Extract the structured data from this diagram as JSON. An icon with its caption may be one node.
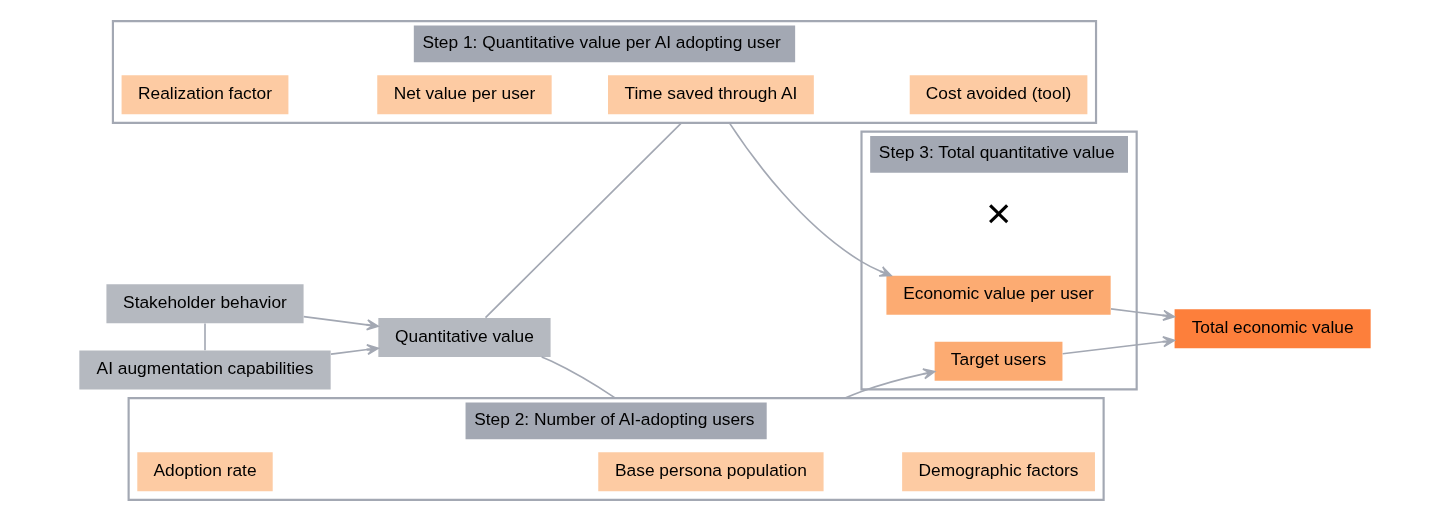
{
  "diagram": {
    "nodes": [
      {
        "text": [
          "AI augmentation capabilities"
        ]
      },
      {
        "text": [
          "Stakeholder behavior"
        ]
      },
      {
        "text": [
          "Quantitative value"
        ]
      },
      {
        "text": [
          "Step 1: Quantitative value per AI adopting user"
        ]
      },
      {
        "text": [
          "Time saved through AI"
        ],
        "in": 3
      },
      {
        "text": [
          "Cost avoided (tool)"
        ],
        "in": 3
      },
      {
        "text": [
          "Realization factor"
        ],
        "in": 3
      },
      {
        "text": [
          "Net value per user"
        ],
        "in": 3
      },
      {
        "text": [
          "Step 2: Number of AI-adopting users"
        ]
      },
      {
        "text": [
          "Base persona population"
        ],
        "in": 8
      },
      {
        "text": [
          "Demographic factors"
        ],
        "in": 8
      },
      {
        "text": [
          "Adoption rate"
        ],
        "in": 8
      },
      {
        "text": [
          "Step 3: Total quantitative value"
        ]
      },
      {
        "text": [
          "Economic value per user"
        ],
        "in": 12
      },
      {
        "text": [
          "Target users"
        ],
        "in": 12
      },
      {
        "text": [
          "Total economic value"
        ]
      }
    ],
    "edges": [
      {
        "from": 0,
        "to": 1,
        "arrow": "none"
      },
      {
        "from": 0,
        "to": 2,
        "arrow": "to"
      },
      {
        "from": 1,
        "to": 2,
        "arrow": "to"
      },
      {
        "from": 2,
        "to": 3,
        "arrow": "none"
      },
      {
        "from": 2,
        "to": 8,
        "arrow": "none"
      },
      {
        "from": 3,
        "to": 13,
        "arrow": "to"
      },
      {
        "from": 8,
        "to": 14,
        "arrow": "to"
      },
      {
        "from": 13,
        "to": 15,
        "arrow": "to"
      },
      {
        "from": 14,
        "to": 15,
        "arrow": "to"
      }
    ],
    "labels": [
      "×"
    ]
  }
}
